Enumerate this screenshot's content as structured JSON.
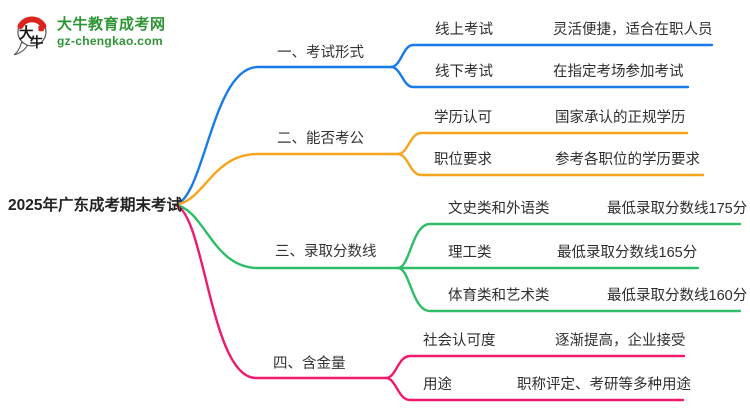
{
  "site": {
    "logo_title": "大牛教育成考网",
    "logo_domain": "gz-chengkao.com",
    "logo_mark": [
      "大",
      "牛"
    ],
    "brand_green": "#2F9435",
    "brand_red": "#D9251D"
  },
  "mindmap": {
    "root": {
      "label": "2025年广东成考期末考试"
    },
    "branches": [
      {
        "label": "一、考试形式",
        "color": "#1A7BE8",
        "children": [
          {
            "label": "线上考试",
            "detail": "灵活便捷，适合在职人员"
          },
          {
            "label": "线下考试",
            "detail": "在指定考场参加考试"
          }
        ]
      },
      {
        "label": "二、能否考公",
        "color": "#F7A41C",
        "children": [
          {
            "label": "学历认可",
            "detail": "国家承认的正规学历"
          },
          {
            "label": "职位要求",
            "detail": "参考各职位的学历要求"
          }
        ]
      },
      {
        "label": "三、录取分数线",
        "color": "#2EBD68",
        "children": [
          {
            "label": "文史类和外语类",
            "detail": "最低录取分数线175分"
          },
          {
            "label": "理工类",
            "detail": "最低录取分数线165分"
          },
          {
            "label": "体育类和艺术类",
            "detail": "最低录取分数线160分"
          }
        ]
      },
      {
        "label": "四、含金量",
        "color": "#F0196E",
        "children": [
          {
            "label": "社会认可度",
            "detail": "逐渐提高，企业接受"
          },
          {
            "label": "用途",
            "detail": "职称评定、考研等多种用途"
          }
        ]
      }
    ]
  }
}
